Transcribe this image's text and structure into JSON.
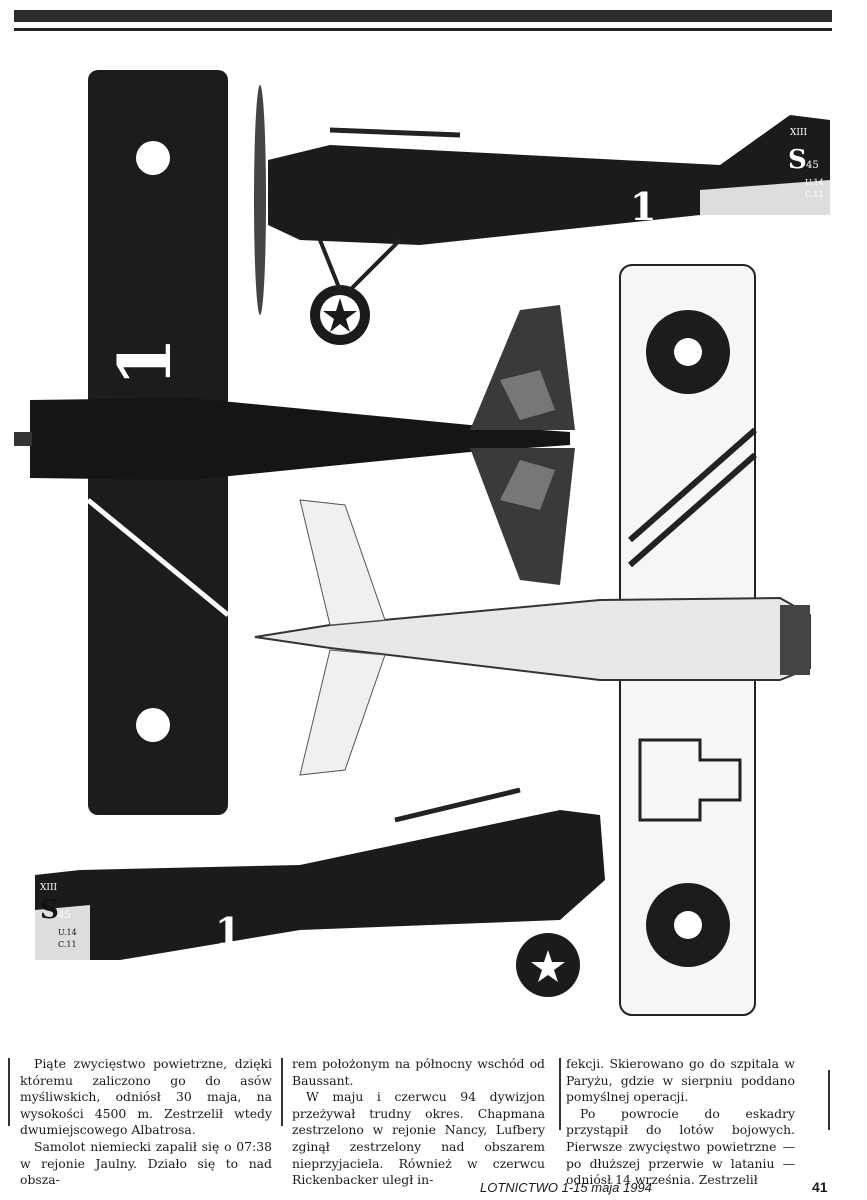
{
  "illustration": {
    "markings": {
      "squadron": "XIII",
      "letter": "S",
      "number": "45",
      "line1": "U.14",
      "line2": "C.11",
      "code": "1"
    }
  },
  "article": {
    "col1": [
      "Piąte zwycięstwo powietrzne, dzięki któremu zaliczono go do asów myśliwskich, odniósł 30 maja, na wysokości 4500 m. Zestrzelił wtedy dwumiejscowego Albatrosa.",
      "Samolot niemiecki zapalił się o 07:38 w rejonie Jaulny. Działo się to nad obsza-"
    ],
    "col2": [
      "rem położonym na północny wschód od Baussant.",
      "W maju i czerwcu 94 dywizjon przeżywał trudny okres. Chapmana zestrzelono w rejonie Nancy, Lufbery zginął zestrzelony nad obszarem nieprzyjaciela. Również w czerwcu Rickenbacker uległ in-"
    ],
    "col3": [
      "fekcji. Skierowano go do szpitala w Paryżu, gdzie w sierpniu poddano pomyślnej operacji.",
      "Po powrocie do eskadry przystąpił do lotów bojowych. Pierwsze zwycięstwo powietrzne — po dłuższej przerwie w lataniu — odniósł 14 września. Zestrzelił"
    ]
  },
  "footer": {
    "publication": "LOTNICTWO 1-15 maja 1994",
    "page": "41"
  }
}
